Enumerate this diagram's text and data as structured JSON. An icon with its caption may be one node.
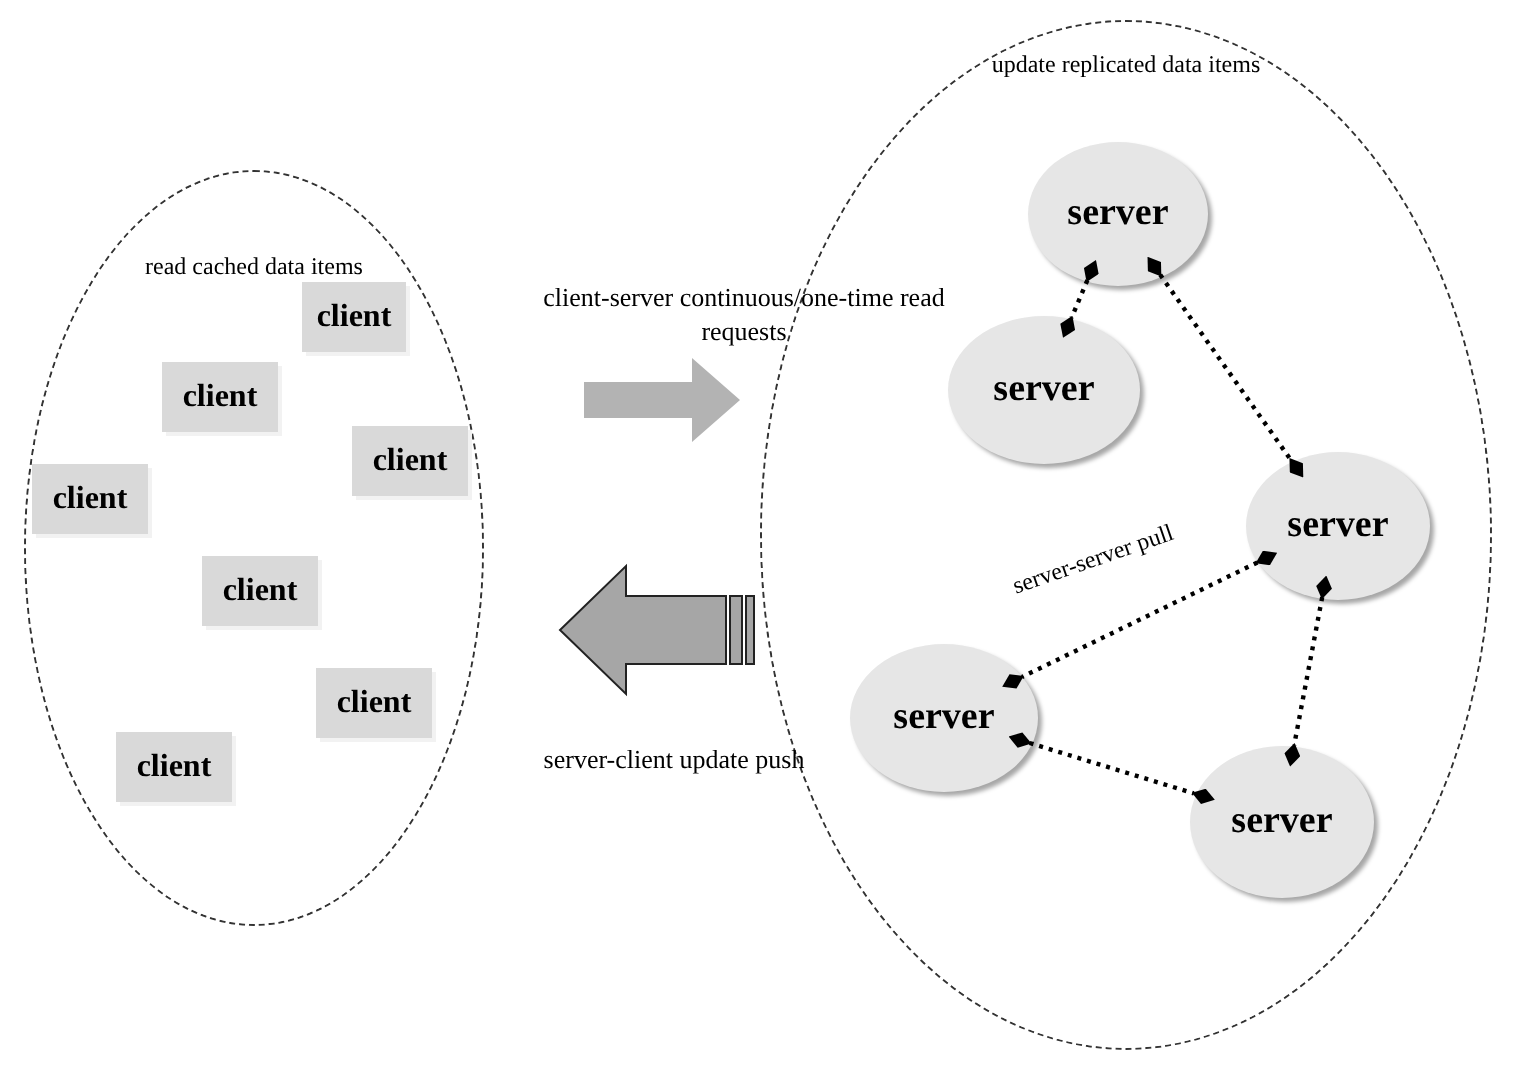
{
  "diagram": {
    "nodes": [
      {
        "text": [
          "read cached data items"
        ]
      },
      {
        "text": [
          "client"
        ],
        "in": 0
      },
      {
        "text": [
          "client"
        ],
        "in": 0
      },
      {
        "text": [
          "client"
        ],
        "in": 0
      },
      {
        "text": [
          "client"
        ],
        "in": 0
      },
      {
        "text": [
          "client"
        ],
        "in": 0
      },
      {
        "text": [
          "client"
        ],
        "in": 0
      },
      {
        "text": [
          "client"
        ],
        "in": 0
      },
      {
        "text": [
          "update replicated data items"
        ]
      },
      {
        "text": [
          "server"
        ],
        "in": 8
      },
      {
        "text": [
          "server"
        ],
        "in": 8
      },
      {
        "text": [
          "server"
        ],
        "in": 8
      },
      {
        "text": [
          "server"
        ],
        "in": 8
      },
      {
        "text": [
          "server"
        ],
        "in": 8
      }
    ],
    "edges": [
      {
        "from": 0,
        "to": 8,
        "arrow": "to",
        "label": "client-server continuous/one-time read requests",
        "style": "thick"
      },
      {
        "from": 8,
        "to": 0,
        "arrow": "to",
        "label": "server-client update push",
        "style": "thick"
      },
      {
        "from": 9,
        "to": 10,
        "arrow": "other",
        "style": "dashed"
      },
      {
        "from": 9,
        "to": 11,
        "arrow": "other",
        "style": "dashed"
      },
      {
        "from": 11,
        "to": 12,
        "arrow": "other",
        "label": "server-server pull",
        "style": "dashed"
      },
      {
        "from": 11,
        "to": 13,
        "arrow": "other",
        "style": "dashed"
      },
      {
        "from": 12,
        "to": 13,
        "arrow": "other",
        "style": "dashed"
      }
    ]
  }
}
